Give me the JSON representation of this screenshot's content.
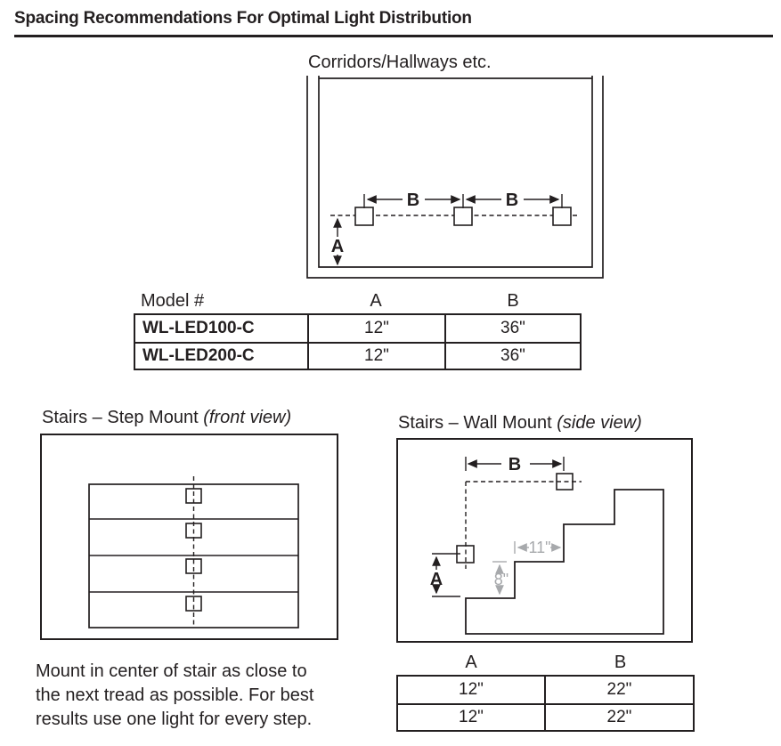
{
  "page_title": "Spacing Recommendations For Optimal Light Distribution",
  "corridor": {
    "title": "Corridors/Hallways etc.",
    "labels": {
      "b1": "B",
      "b2": "B",
      "a": "A"
    }
  },
  "corridor_table": {
    "headers": {
      "model": "Model #",
      "a": "A",
      "b": "B"
    },
    "rows": [
      {
        "model": "WL-LED100-C",
        "a": "12\"",
        "b": "36\""
      },
      {
        "model": "WL-LED200-C",
        "a": "12\"",
        "b": "36\""
      }
    ]
  },
  "stairs_step": {
    "title": "Stairs – Step Mount",
    "view_note": "(front view)",
    "caption_lines": [
      "Mount in center of stair as close to",
      "the next tread as possible. For best",
      "results use one light for every step."
    ]
  },
  "stairs_wall": {
    "title": "Stairs – Wall Mount",
    "view_note": "(side view)",
    "labels": {
      "b": "B",
      "a": "A",
      "tread": "11\"",
      "riser": "8\""
    }
  },
  "stairs_table": {
    "headers": {
      "a": "A",
      "b": "B"
    },
    "rows": [
      {
        "a": "12\"",
        "b": "22\""
      },
      {
        "a": "12\"",
        "b": "22\""
      }
    ]
  },
  "colors": {
    "line": "#231f20",
    "gray_dim": "#a7a9ac"
  }
}
